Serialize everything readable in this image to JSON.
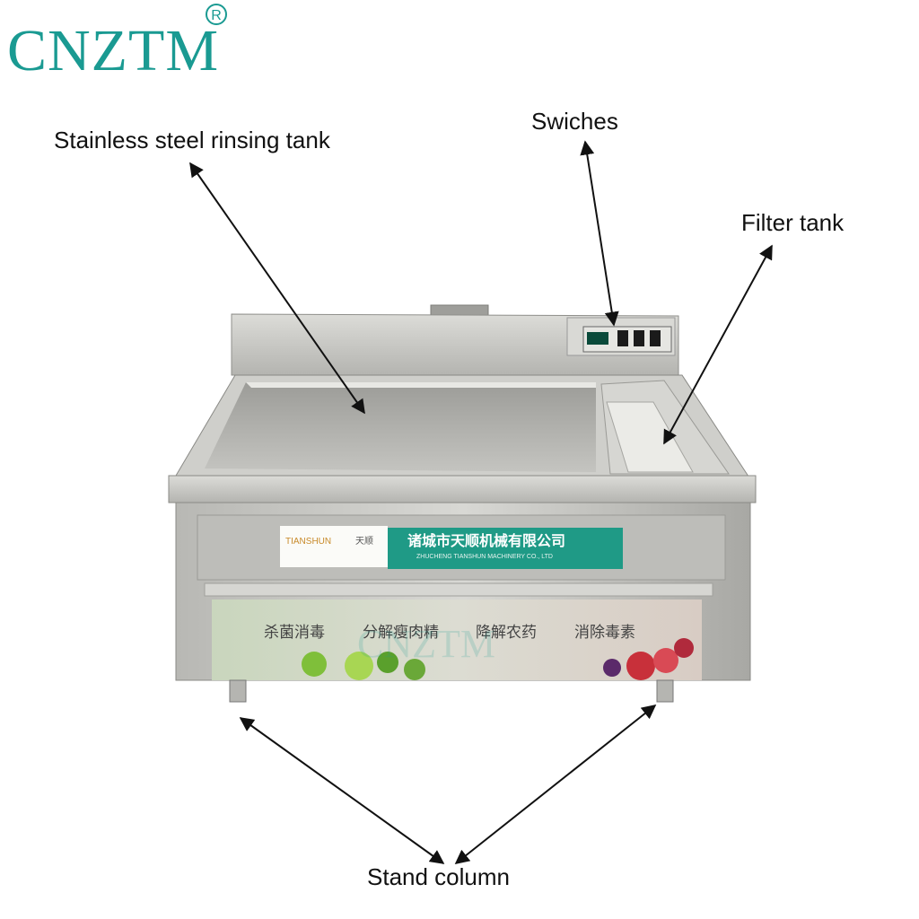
{
  "brand": {
    "logo": "CNZTM",
    "registered_mark": "R"
  },
  "labels": {
    "rinsing_tank": "Stainless steel rinsing tank",
    "switches": "Swiches",
    "filter_tank": "Filter tank",
    "stand_column": "Stand column"
  },
  "nameplate": {
    "brand_en": "TIANSHUN",
    "brand_cn": "天顺",
    "company_cn": "诸城市天顺机械有限公司",
    "company_en": "ZHUCHENG TIANSHUN MACHINERY CO., LTD"
  },
  "banner_slogans": [
    "杀菌消毒",
    "分解瘦肉精",
    "降解农药",
    "消除毒素"
  ],
  "watermark": "CNZTM",
  "colors": {
    "brand": "#1a9a92",
    "steel": "#c9c9c6",
    "teal_plate": "#1f9a86"
  }
}
